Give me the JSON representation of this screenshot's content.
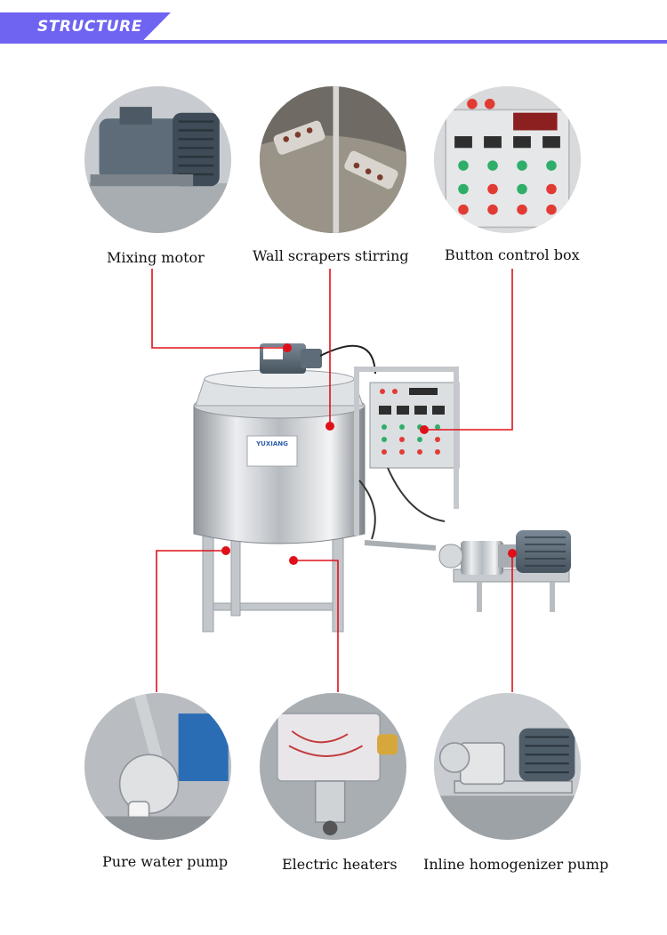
{
  "header": {
    "title": "STRUCTURE"
  },
  "captions": {
    "mixing_motor": "Mixing motor",
    "wall_scrapers": "Wall scrapers stirring",
    "control_box": "Button control box",
    "pure_water_pump": "Pure water pump",
    "electric_heaters": "Electric heaters",
    "inline_homogenizer": "Inline homogenizer pump"
  },
  "machine": {
    "brand_plate": "YUXIANG"
  },
  "colors": {
    "accent": "#6f63f2",
    "leader": "#e0101a",
    "steel": "#c9ccd0",
    "motor": "#5d6c78"
  }
}
